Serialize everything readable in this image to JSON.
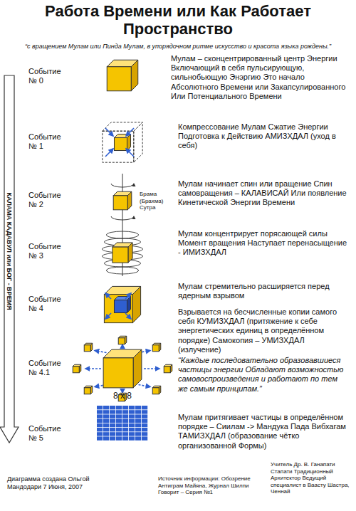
{
  "diagram": {
    "title": "Работа Времени или Как Работает Пространство",
    "nodes": [
      {
        "text": [
          "КАЛАМА КАДАВУЛ или БОГ - ВРЕМЯ"
        ]
      },
      {
        "text": [
          "8 x 8"
        ]
      }
    ],
    "labels": [
      "“с вращением Мулам или Пинда Мулам, в упорядочном ритме искусство и красота языка рождены.”",
      "Событие № 0",
      "Мулам – сконцентрированный центр Энергии Включающий в себя пульсирующую, сильнобьющую Энэргию Это начало Абсолютного Времени или Закапсулированного Или Потенциального Времени",
      "Событие № 1",
      "Компрессование Мулам Сжатие Энергии Подготовка к Действию АМИЗХДАЛ (уход в себя)",
      "Событие № 2",
      "Брама (Брахма) Сутра",
      "Мулам начинает спин или вращение Спин самовращения – КАЛАВИСАЙ Или появление Кинетической Энергии Времени",
      "Событие № 3",
      "Мулам концентрирует порясающей силы Момент вращения Наступает перенасыщение - ИМИЗХДАЛ",
      "Событие № 4",
      "Мулам стремительно расширяется перед ядерным взрывом",
      "Взрывается на бесчисленные копии самого себя КУМИЗХДАЛ (притяжение к себе энергетических единиц в определённом порядке) Самокопия – УМИЗХДАЛ (излучение)",
      "Событие № 4.1",
      "“Каждые последовательно образовавшиеся частицы энергии Обладают возможностью самовоспроизведения и работают по тем же самым принципам.”",
      "Событие № 5",
      "Мулам притягивает частицы в определённом порядке – Сиилам -> Мандука Пада Вибхагам ТАМИЗХДАЛ (образование чётко организованной Формы)",
      "Диаграмма создана Ольгой Мандодари 7 Июня, 2007",
      "Источник информации: Обозрение Антиграм Майяна, Журнал Шилпи Говорит – Серия №1",
      "Учитель Др. В. Ганапати Стапати Традиционный Архитектор Ведущий специалист в Ваасту Шастра, Ченнай"
    ]
  }
}
